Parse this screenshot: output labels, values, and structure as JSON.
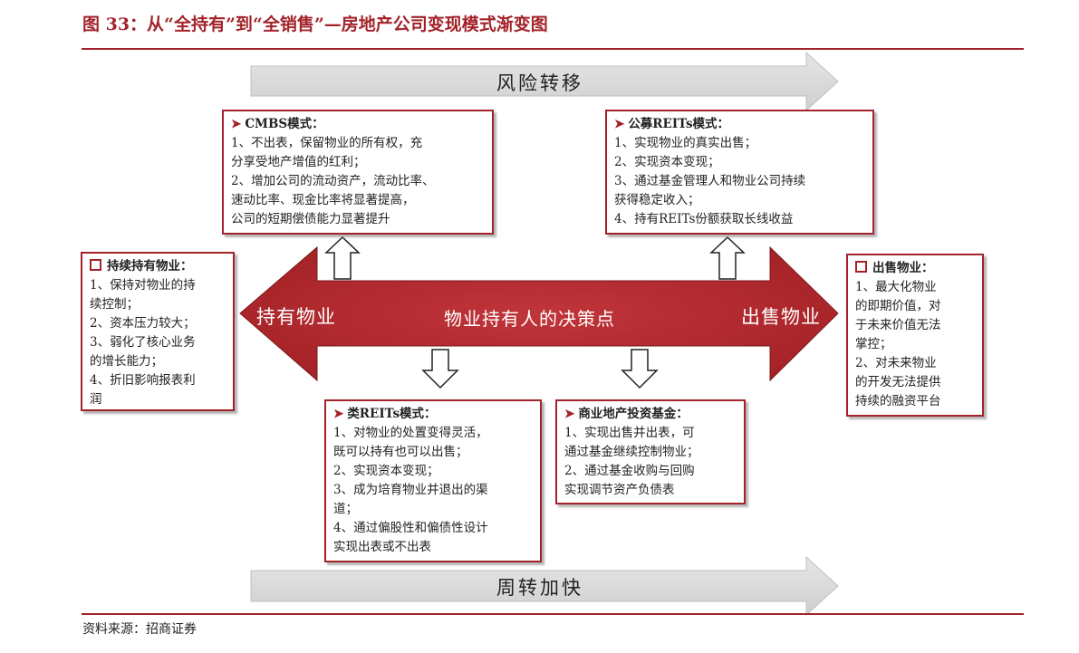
{
  "title": "图 33：从“全持有”到“全销售”—房地产公司变现模式渐变图",
  "source": "资料来源：招商证券",
  "bands": {
    "top": "风险转移",
    "bottom": "周转加快"
  },
  "main_arrow": {
    "left_label": "持有物业",
    "center_label": "物业持有人的决策点",
    "right_label": "出售物业"
  },
  "boxes": {
    "cmbs": {
      "title": "CMBS模式：",
      "lines": [
        "1、不出表，保留物业的所有权，充",
        "分享受地产增值的红利；",
        "2、增加公司的流动资产，流动比率、",
        "速动比率、现金比率将显著提高，",
        "公司的短期偿债能力显著提升"
      ]
    },
    "reits": {
      "title": "公募REITs模式：",
      "lines": [
        "1、实现物业的真实出售；",
        "2、实现资本变现；",
        "3、通过基金管理人和物业公司持续",
        "获得稳定收入；",
        "4、持有REITs份额获取长线收益"
      ]
    },
    "hold": {
      "title": "持续持有物业：",
      "lines": [
        "1、保持对物业的持",
        "续控制；",
        "2、资本压力较大；",
        "3、弱化了核心业务",
        "的增长能力；",
        "4、折旧影响报表利",
        "润"
      ]
    },
    "sell": {
      "title": "出售物业：",
      "lines": [
        "1、最大化物业",
        "的即期价值，对",
        "于未来价值无法",
        "掌控；",
        "2、对未来物业",
        "的开发无法提供",
        "持续的融资平台"
      ]
    },
    "quasi_reits": {
      "title": "类REITs模式：",
      "lines": [
        "1、对物业的处置变得灵活，",
        "既可以持有也可以出售；",
        "2、实现资本变现；",
        "3、成为培育物业并退出的渠",
        "道；",
        "4、通过偏股性和偏债性设计",
        "实现出表或不出表"
      ]
    },
    "fund": {
      "title": "商业地产投资基金：",
      "lines": [
        "1、实现出售并出表，可",
        "通过基金继续控制物业；",
        "2、通过基金收购与回购",
        "实现调节资产负债表"
      ]
    }
  },
  "colors": {
    "accent": "#a3232a",
    "arrow_fill": "#b3282d",
    "band_fill": "#d9d9d9"
  }
}
